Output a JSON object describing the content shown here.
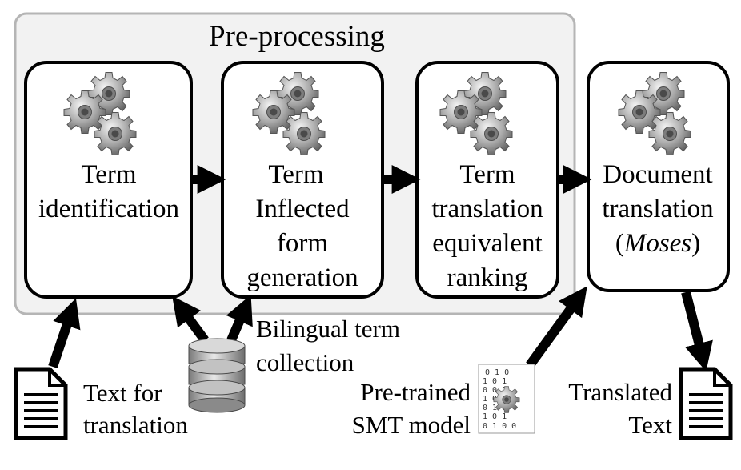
{
  "preprocessing": {
    "title": "Pre-processing"
  },
  "boxes": {
    "term_identification": [
      "Term",
      "identification"
    ],
    "inflected_form": [
      "Term",
      "Inflected",
      "form",
      "generation"
    ],
    "translation_ranking": [
      "Term",
      "translation",
      "equivalent",
      "ranking"
    ],
    "document_translation": [
      "Document",
      "translation",
      "Moses"
    ]
  },
  "inputs": {
    "text_for_translation": [
      "Text for",
      "translation"
    ],
    "bilingual_term_collection": [
      "Bilingual term",
      "collection"
    ],
    "smt_model": [
      "Pre-trained",
      "SMT model"
    ],
    "smt_bits": [
      "0 1  0",
      "1   0  1",
      "0    0  1",
      "1  0  0 1",
      "0   1  0",
      "1    0  1",
      "0 1  0 0"
    ]
  },
  "outputs": {
    "translated_text": [
      "Translated",
      "Text"
    ]
  },
  "icons": {
    "gears": "gears-icon",
    "document": "document-icon",
    "database": "database-icon",
    "binary": "binary-model-icon"
  },
  "colors": {
    "stroke": "#000000",
    "group_fill": "#f2f2f2",
    "group_border": "#b5b5b5",
    "gear": "#8c8c8c",
    "gear_light": "#d0d0d0"
  }
}
